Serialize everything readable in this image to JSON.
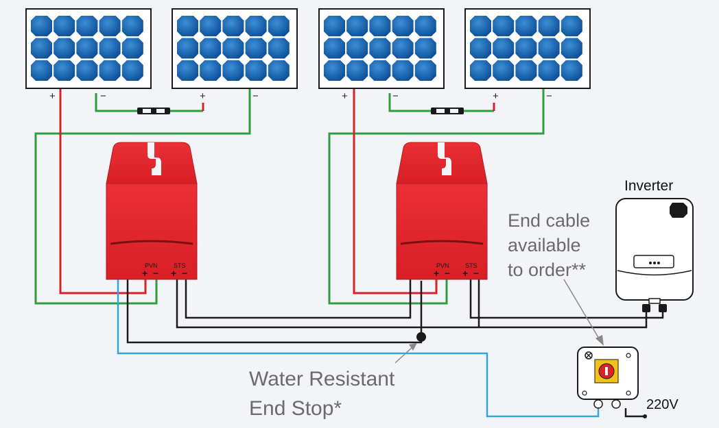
{
  "panel_terminals": {
    "plus": "+",
    "minus": "−"
  },
  "optimizer": {
    "pvn_label": "PVN",
    "sts_label": "STS",
    "plus": "+",
    "minus": "−"
  },
  "inverter": {
    "label": "Inverter"
  },
  "end_cable_note": {
    "line1": "End cable",
    "line2": "available",
    "line3": "to order**"
  },
  "end_stop_note": {
    "line1": "Water Resistant",
    "line2": "End Stop*"
  },
  "voltage": {
    "label": "220V"
  },
  "colors": {
    "panel_cell": "#1565b0",
    "optimizer_red": "#e3262b",
    "wire_red": "#d6232a",
    "wire_green": "#2e9e3f",
    "wire_black": "#1a1a1a",
    "wire_blue": "#31a6d8",
    "note_gray": "#6b6b6b"
  }
}
